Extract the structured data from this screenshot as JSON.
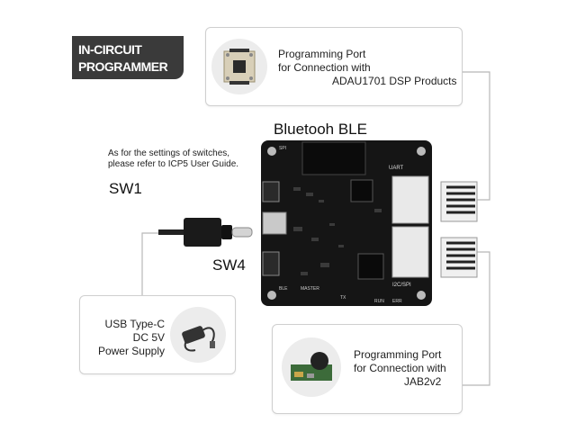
{
  "title": {
    "line1": "IN-CIRCUIT",
    "line2": "PROGRAMMER"
  },
  "callouts": {
    "top": {
      "line1": "Programming Port",
      "line2": "for Connection with",
      "line3": "ADAU1701 DSP Products"
    },
    "bottom": {
      "line1": "Programming Port",
      "line2": "for Connection with",
      "line3": "JAB2v2"
    },
    "power": {
      "line1": "USB Type-C",
      "line2": "DC 5V",
      "line3": "Power Supply"
    }
  },
  "labels": {
    "bluetooth": "Bluetooh BLE",
    "note_line1": "As for the settings of switches,",
    "note_line2": "please refer to ICP5 User Guide.",
    "sw1": "SW1",
    "sw4": "SW4"
  },
  "board": {
    "silk_uart": "UART",
    "silk_i2c": "I2C/SPI",
    "silk_spi": "SPI",
    "silk_master": "MASTER",
    "silk_ble": "BLE",
    "silk_run": "RUN",
    "silk_err": "ERR",
    "silk_tx": "TX"
  },
  "colors": {
    "badge": "#3a3a3a",
    "pcb": "#161616",
    "line": "#b5b5b5"
  }
}
